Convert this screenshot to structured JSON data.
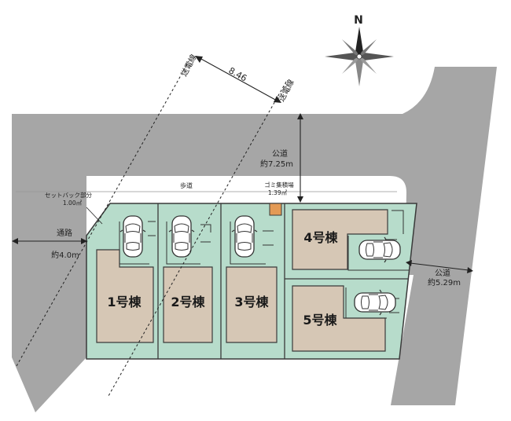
{
  "compass": {
    "north_label": "N"
  },
  "roads": {
    "main_road": {
      "name": "公道",
      "width": "約7.25m"
    },
    "east_road": {
      "name": "公道",
      "width": "約5.29m"
    },
    "west_road": {
      "name": "通路",
      "width": "約4.0m"
    },
    "sidewalk": {
      "name": "歩道"
    }
  },
  "setback": {
    "name": "セットバック部分",
    "area": "1.00㎡"
  },
  "garbage": {
    "name": "ゴミ集積場",
    "area": "1.39㎡"
  },
  "power_lines": {
    "label": "送電線",
    "distance": "8.46"
  },
  "buildings": [
    {
      "label": "1号棟"
    },
    {
      "label": "2号棟"
    },
    {
      "label": "3号棟"
    },
    {
      "label": "4号棟"
    },
    {
      "label": "5号棟"
    }
  ],
  "colors": {
    "road": "#a6a6a6",
    "lot": "#b7dccb",
    "building": "#d6c7b5",
    "garbage": "#e39a55"
  }
}
